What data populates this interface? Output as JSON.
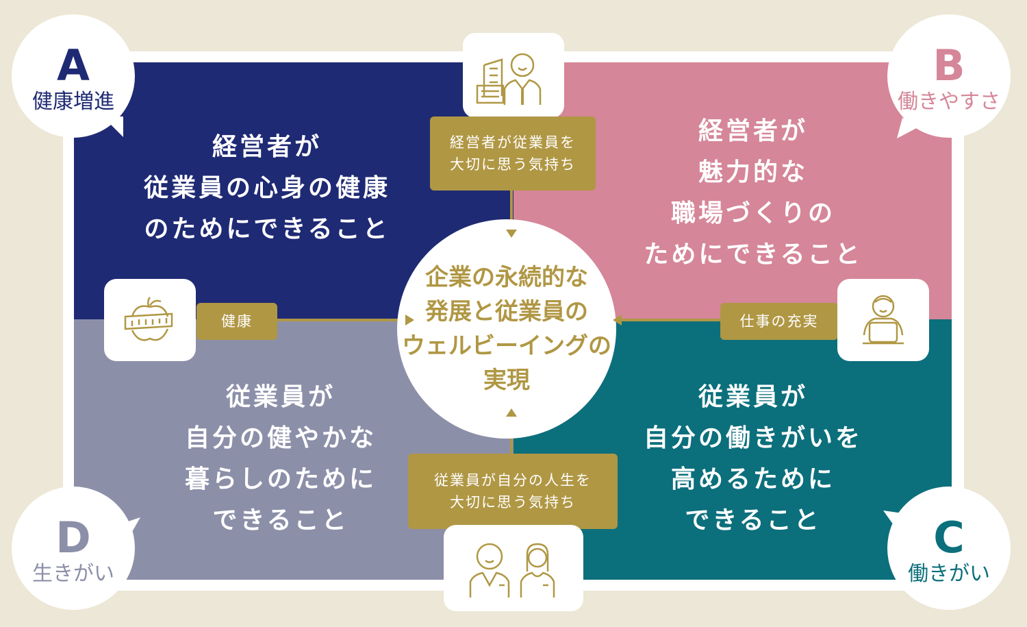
{
  "center": {
    "text": "企業の永続的な\n発展と従業員の\nウェルビーイングの\n実現"
  },
  "quadrants": {
    "A": {
      "letter": "A",
      "label": "健康増進",
      "text": "経営者が\n従業員の心身の健康\nのためにできること",
      "color": "#1F2A74"
    },
    "B": {
      "letter": "B",
      "label": "働きやすさ",
      "text": "経営者が\n魅力的な\n職場づくりの\nためにできること",
      "color": "#D58698"
    },
    "C": {
      "letter": "C",
      "label": "働きがい",
      "text": "従業員が\n自分の働きがいを\n高めるために\nできること",
      "color": "#0C6F7C"
    },
    "D": {
      "letter": "D",
      "label": "生きがい",
      "text": "従業員が\n自分の健やかな\n暮らしのために\nできること",
      "color": "#8C8FA8"
    }
  },
  "axes": {
    "top": {
      "label": "経営者が従業員を\n大切に思う気持ち",
      "icon": "executive-building-icon"
    },
    "bottom": {
      "label": "従業員が自分の人生を\n大切に思う気持ち",
      "icon": "employees-icon"
    },
    "left": {
      "label": "健康",
      "icon": "apple-measure-icon"
    },
    "right": {
      "label": "仕事の充実",
      "icon": "person-laptop-icon"
    }
  },
  "colors": {
    "gold": "#B09744",
    "background": "#ECE7D6"
  }
}
